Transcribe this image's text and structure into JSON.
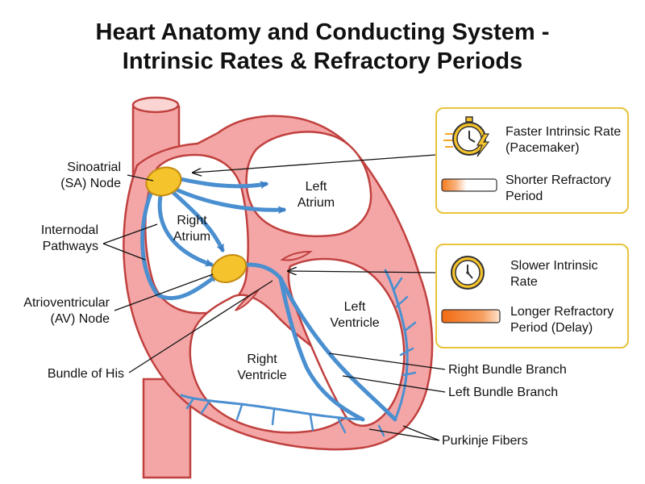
{
  "title": {
    "line1": "Heart Anatomy and Conducting System -",
    "line2": "Intrinsic Rates & Refractory Periods"
  },
  "labels": {
    "sa_node_1": "Sinoatrial",
    "sa_node_2": "(SA) Node",
    "internodal_1": "Internodal",
    "internodal_2": "Pathways",
    "av_node_1": "Atrioventricular",
    "av_node_2": "(AV) Node",
    "bundle_his": "Bundle of His",
    "right_atrium_1": "Right",
    "right_atrium_2": "Atrium",
    "left_atrium_1": "Left",
    "left_atrium_2": "Atrium",
    "left_ventricle_1": "Left",
    "left_ventricle_2": "Ventricle",
    "right_ventricle_1": "Right",
    "right_ventricle_2": "Ventricle",
    "right_bundle_branch": "Right Bundle Branch",
    "left_bundle_branch": "Left Bundle Branch",
    "purkinje": "Purkinje Fibers"
  },
  "legend": {
    "sa": {
      "rate_1": "Faster Intrinsic Rate",
      "rate_2": "(Pacemaker)",
      "refractory_1": "Shorter Refractory",
      "refractory_2": "Period",
      "icon": "stopwatch-lightning-icon",
      "bar_fill": 0.25
    },
    "av": {
      "rate_1": "Slower Intrinsic",
      "rate_2": "Rate",
      "refractory_1": "Longer Refractory",
      "refractory_2": "Period (Delay)",
      "icon": "clock-icon",
      "bar_fill": 0.9
    }
  },
  "colors": {
    "heart_fill": "#f4a6a6",
    "heart_stroke": "#c0413f",
    "conduction": "#4a8fd0",
    "node": "#f5c32b",
    "legend_border": "#e8c33c",
    "bar_orange": "#f47a1f"
  }
}
